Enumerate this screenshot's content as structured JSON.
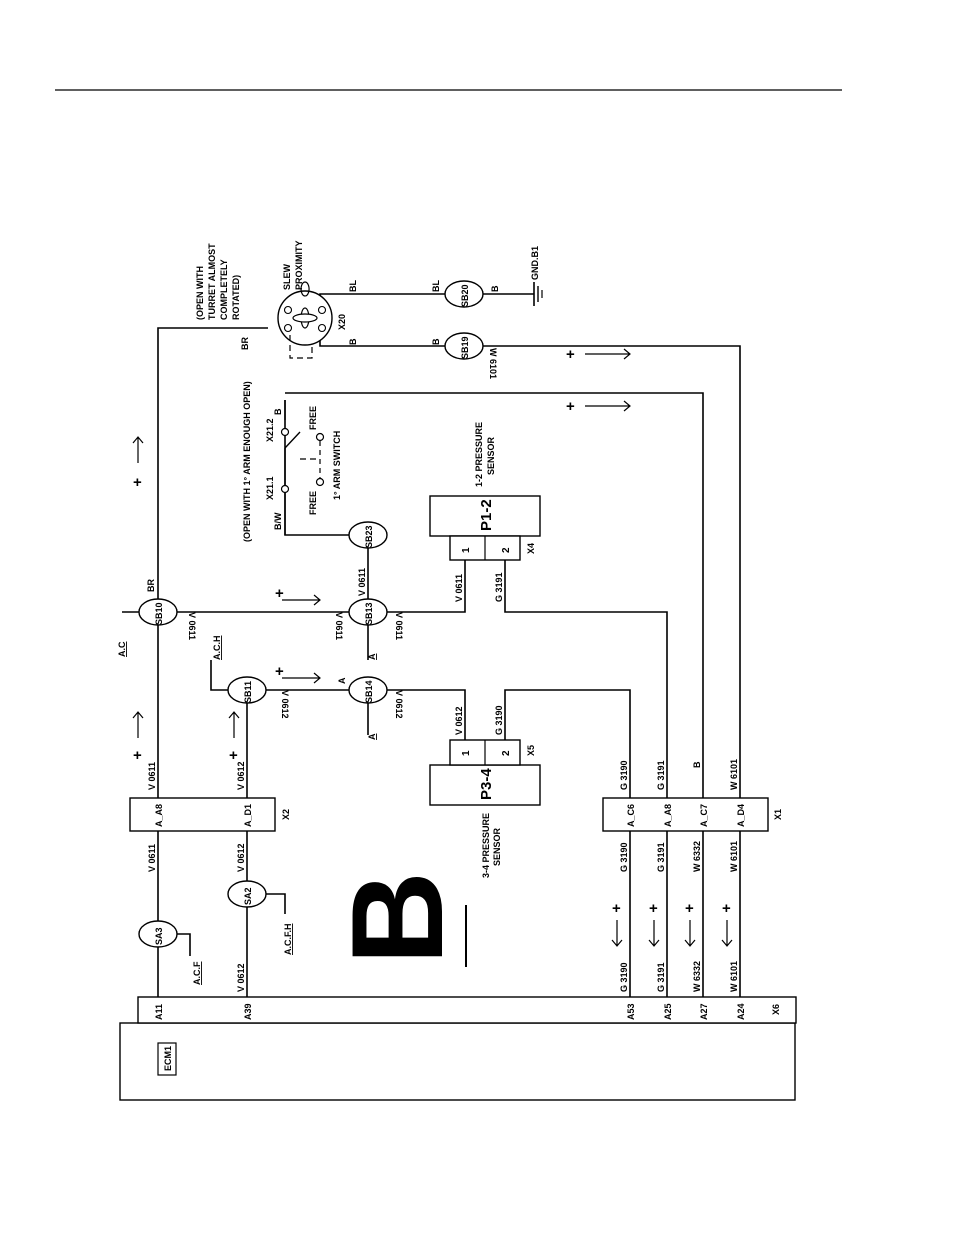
{
  "page": {
    "block_letter": "B"
  },
  "ecm": {
    "label": "ECM1",
    "connector": "X6",
    "pins": [
      "A11",
      "A39",
      "A53",
      "A25",
      "A27",
      "A24"
    ]
  },
  "wires": {
    "v0611": "V 0611",
    "v0612": "V 0612",
    "g3190": "G 3190",
    "g3191": "G 3191",
    "w6332": "W 6332",
    "w6101": "W 6101",
    "br": "BR",
    "b": "B",
    "bl": "BL",
    "bw": "B/W",
    "a": "A"
  },
  "splices": [
    "SA3",
    "SA2",
    "SB10",
    "SB11",
    "SB13",
    "SB14",
    "SB23",
    "SB19",
    "SB20"
  ],
  "references": {
    "acf": "A.C.F",
    "acfh": "A.C.F.H",
    "ac": "A.C",
    "ach": "A.C.H"
  },
  "connector_x2": {
    "label": "X2",
    "pins": [
      "A_A8",
      "A_D1"
    ]
  },
  "connector_x1": {
    "label": "X1",
    "pins": [
      "A_C6",
      "A_A8",
      "A_C7",
      "A_D4"
    ]
  },
  "sensor_p34": {
    "label": "P3-4",
    "connector": "X5",
    "pins": [
      "1",
      "2"
    ],
    "desc_1": "3-4 PRESSURE",
    "desc_2": "SENSOR"
  },
  "sensor_p12": {
    "label": "P1-2",
    "connector": "X4",
    "pins": [
      "1",
      "2"
    ],
    "desc_1": "1-2 PRESSURE",
    "desc_2": "SENSOR"
  },
  "arm_switch": {
    "note": "(OPEN WITH 1° ARM ENOUGH OPEN)",
    "pin1": "X21.1",
    "pin2": "X21.2",
    "free_1": "FREE",
    "free_2": "FREE",
    "name": "1° ARM SWITCH"
  },
  "slew_prox": {
    "note_1": "(OPEN WITH",
    "note_2": "TURRET ALMOST",
    "note_3": "COMPLETELY",
    "note_4": "ROTATED)",
    "name_1": "SLEW",
    "name_2": "PROXIMITY",
    "connector": "X20"
  },
  "ground": {
    "label": "GND.B1"
  },
  "signals": {
    "plus": "+"
  }
}
